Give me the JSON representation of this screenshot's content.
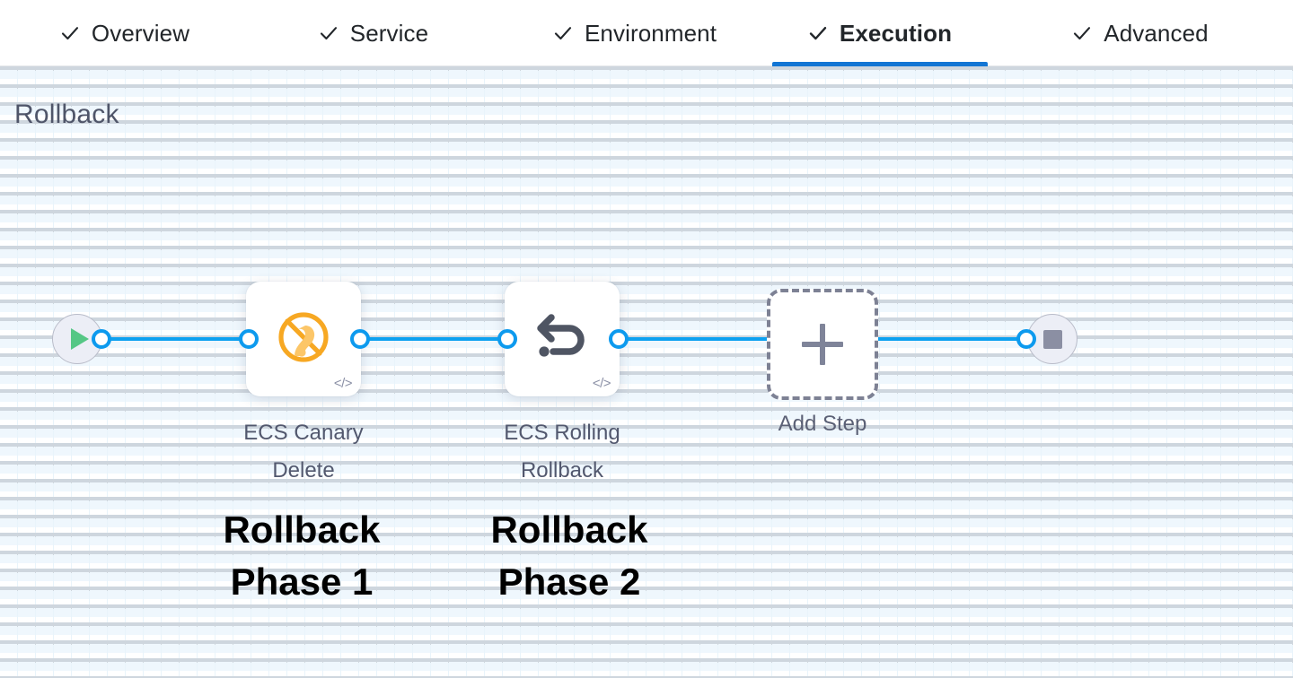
{
  "tabs": [
    {
      "id": "overview",
      "label": "Overview",
      "icon": "check-icon",
      "active": false,
      "completed": true
    },
    {
      "id": "service",
      "label": "Service",
      "icon": "check-icon",
      "active": false,
      "completed": true
    },
    {
      "id": "environment",
      "label": "Environment",
      "icon": "check-icon",
      "active": false,
      "completed": true
    },
    {
      "id": "execution",
      "label": "Execution",
      "icon": "check-icon",
      "active": true,
      "completed": true
    },
    {
      "id": "advanced",
      "label": "Advanced",
      "icon": "check-icon",
      "active": false,
      "completed": true
    }
  ],
  "stage": {
    "title": "Rollback"
  },
  "graph": {
    "start_node": {
      "icon": "play-icon",
      "label": ""
    },
    "end_node": {
      "icon": "stop-icon",
      "label": ""
    },
    "steps": [
      {
        "id": "ecs-canary-delete",
        "caption": "ECS Canary\nDelete",
        "caption_line1": "ECS Canary",
        "caption_line2": "Delete",
        "icon": "ecs-canary-delete-icon",
        "icon_color": "#f5a623",
        "code_badge": "</>",
        "annotation": "Rollback\nPhase 1"
      },
      {
        "id": "ecs-rolling-rollback",
        "caption": "ECS Rolling\nRollback",
        "caption_line1": "ECS Rolling",
        "caption_line2": "Rollback",
        "icon": "rollback-arrow-icon",
        "icon_color": "#4f5563",
        "code_badge": "</>",
        "annotation": "Rollback\nPhase 2"
      }
    ],
    "add_step": {
      "label": "Add Step",
      "icon": "plus-icon"
    }
  },
  "colors": {
    "accent_blue": "#1275d4",
    "connector_blue": "#0d9aee",
    "title_gray": "#4f5569",
    "orange": "#f5a623",
    "green": "#55c785"
  }
}
